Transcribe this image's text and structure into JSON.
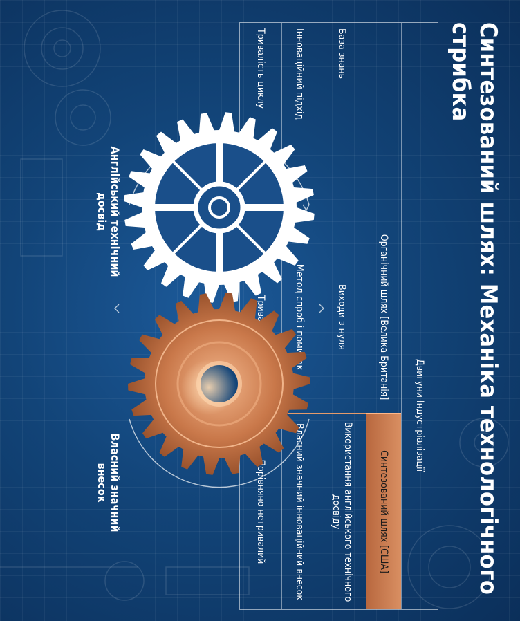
{
  "title": "Синтезований шлях: Механіка технологічного стрибка",
  "table": {
    "group_header": "Двигуни Індустріалізації",
    "columns": [
      "Органічний шлях [Велика Британія]",
      "Синтезований шлях [США]"
    ],
    "rows": [
      {
        "label": "База знань",
        "organic": "Виходи з нуля",
        "synthesized": "Використання англійського технічного досвіду"
      },
      {
        "label": "Інноваційний підхід",
        "organic": "Метод спроб і помилок",
        "synthesized": "Власний значний інноваційний внесок"
      },
      {
        "label": "Тривалість циклу",
        "organic": "Тривалий",
        "synthesized": "Порівняно нетривалий"
      }
    ]
  },
  "gears": {
    "left_label": "Англійський технічний досвід",
    "right_label": "Власний значний внесок",
    "colors": {
      "white_gear": "#ffffff",
      "copper_gear": "#c9784a",
      "highlight": "#c97a4c",
      "background": "#124478"
    }
  }
}
